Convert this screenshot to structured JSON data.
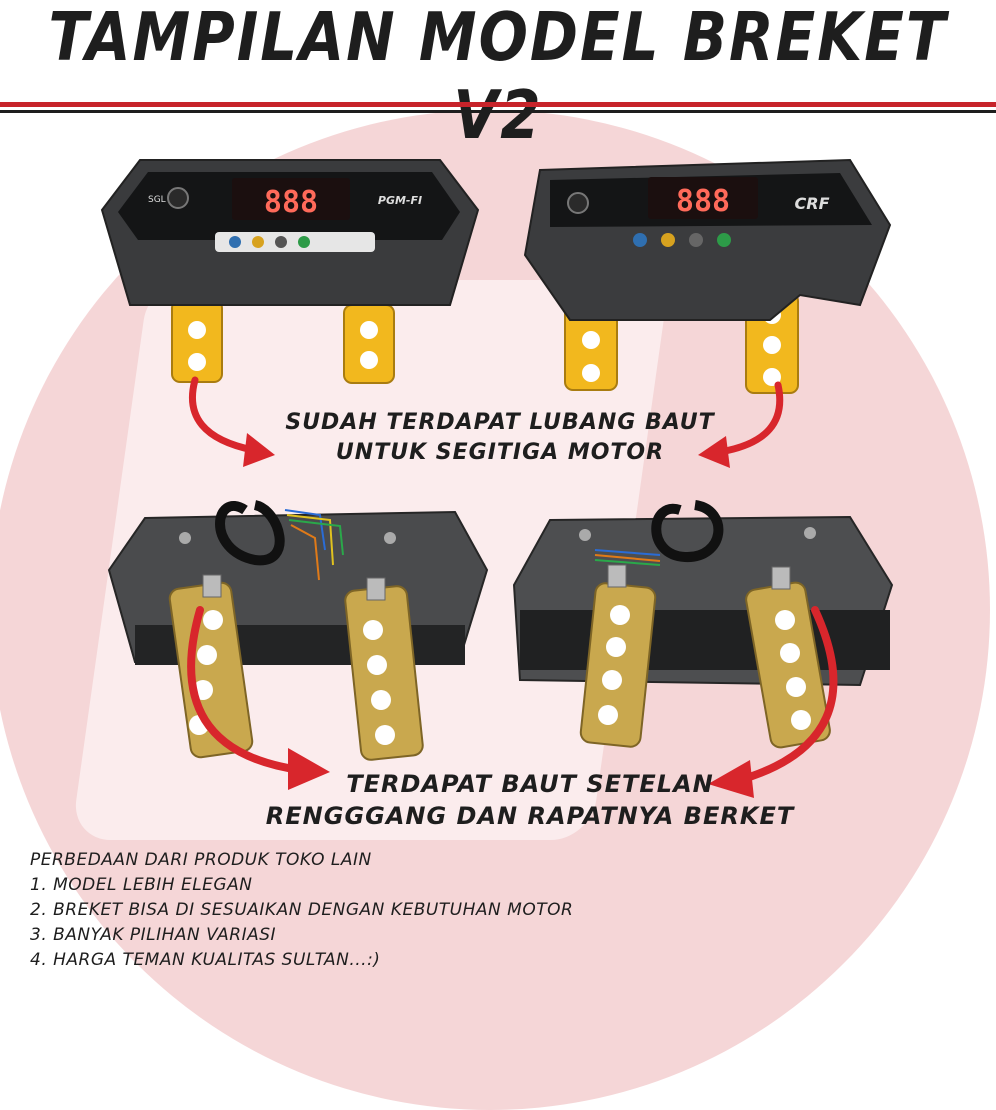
{
  "title": "TAMPILAN MODEL BREKET V2",
  "colors": {
    "accent_red": "#c7232a",
    "bracket_gold": "#f2b81e",
    "bracket_bronze": "#c9a84e",
    "dark": "#1e1e1e"
  },
  "gauge_left": {
    "display": "888",
    "brand": "PGM-FI",
    "button_label": "SGL"
  },
  "gauge_right": {
    "display": "888",
    "brand": "CRF"
  },
  "caption_top": {
    "line1": "SUDAH TERDAPAT LUBANG BAUT",
    "line2": "UNTUK SEGITIGA MOTOR"
  },
  "caption_bottom": {
    "line1": "TERDAPAT BAUT SETELAN",
    "line2": "RENGGGANG DAN RAPATNYA BERKET"
  },
  "notes": [
    "PERBEDAAN DARI PRODUK TOKO LAIN",
    "1. MODEL LEBIH ELEGAN",
    "2. BREKET BISA DI SESUAIKAN DENGAN KEBUTUHAN MOTOR",
    "3. BANYAK PILIHAN VARIASI",
    "4. HARGA TEMAN KUALITAS SULTAN...:)"
  ]
}
